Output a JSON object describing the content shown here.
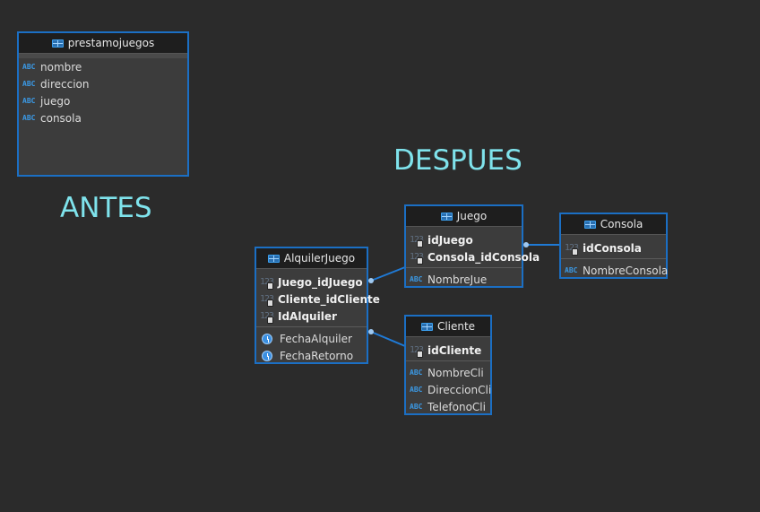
{
  "labels": {
    "antes": "ANTES",
    "despues": "DESPUES"
  },
  "entities": {
    "prestamojuegos": {
      "name": "prestamojuegos",
      "columns": [
        {
          "type": "ABC",
          "name": "nombre"
        },
        {
          "type": "ABC",
          "name": "direccion"
        },
        {
          "type": "ABC",
          "name": "juego"
        },
        {
          "type": "ABC",
          "name": "consola"
        }
      ]
    },
    "alquilerjuego": {
      "name": "AlquilerJuego",
      "keys": [
        {
          "type": "123",
          "name": "Juego_idJuego"
        },
        {
          "type": "123",
          "name": "Cliente_idCliente"
        },
        {
          "type": "123",
          "name": "IdAlquiler"
        }
      ],
      "columns": [
        {
          "type": "clock",
          "name": "FechaAlquiler"
        },
        {
          "type": "clock",
          "name": "FechaRetorno"
        }
      ]
    },
    "juego": {
      "name": "Juego",
      "keys": [
        {
          "type": "123",
          "name": "idJuego"
        },
        {
          "type": "123",
          "name": "Consola_idConsola"
        }
      ],
      "columns": [
        {
          "type": "ABC",
          "name": "NombreJue"
        }
      ]
    },
    "consola": {
      "name": "Consola",
      "keys": [
        {
          "type": "123",
          "name": "idConsola"
        }
      ],
      "columns": [
        {
          "type": "ABC",
          "name": "NombreConsola"
        }
      ]
    },
    "cliente": {
      "name": "Cliente",
      "keys": [
        {
          "type": "123",
          "name": "idCliente"
        }
      ],
      "columns": [
        {
          "type": "ABC",
          "name": "NombreCli"
        },
        {
          "type": "ABC",
          "name": "DireccionCli"
        },
        {
          "type": "ABC",
          "name": "TelefonoCli"
        }
      ]
    }
  },
  "colors": {
    "accent": "#1b6fc4",
    "label": "#7fe3ec",
    "background": "#2b2b2b"
  }
}
